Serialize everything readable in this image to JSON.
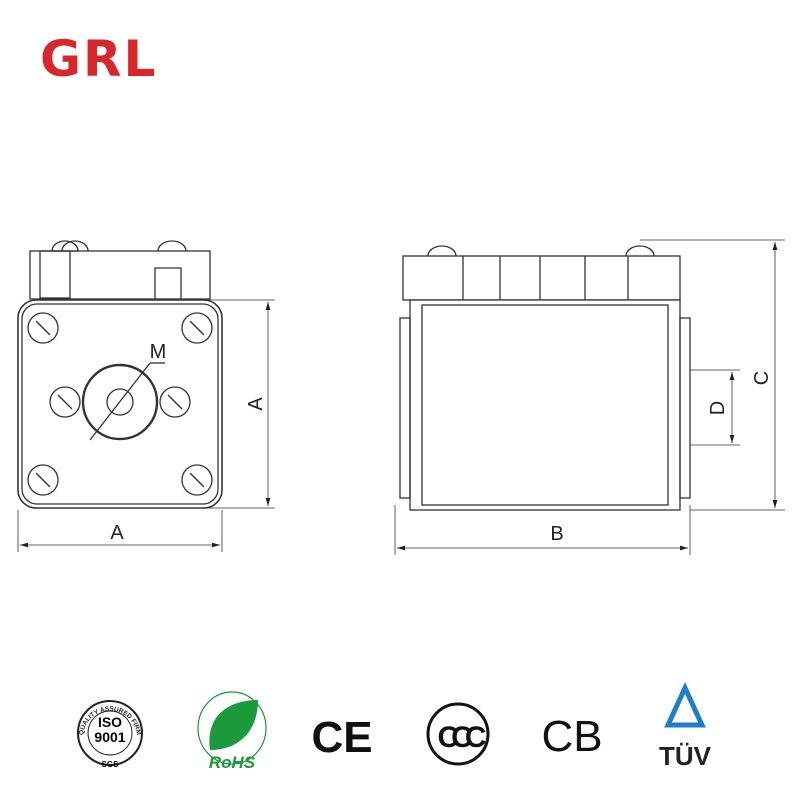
{
  "brand": {
    "logo_text": "GRL",
    "color": "#d8262b"
  },
  "front_view": {
    "dim_width": "A",
    "dim_height": "A",
    "dim_thread": "M"
  },
  "side_view": {
    "dim_length": "B",
    "dim_height": "C",
    "dim_terminal": "D"
  },
  "certifications": {
    "iso": {
      "ring_text": "QUALITY ASSURED FIRM",
      "line1": "ISO",
      "line2": "9001",
      "footer": "SGS"
    },
    "rohs": {
      "text": "RoHS",
      "color": "#1a9a3a"
    },
    "ce": "CE",
    "ccc": "CCC",
    "cb": "CB",
    "tuv": {
      "text": "TÜV",
      "color": "#1c7fc8"
    }
  }
}
